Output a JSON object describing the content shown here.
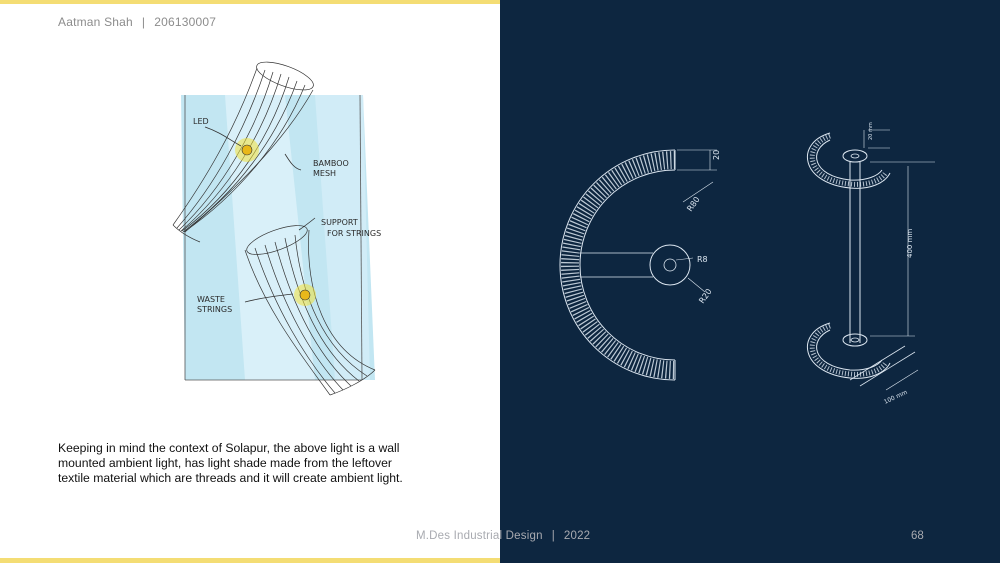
{
  "header": {
    "author": "Aatman Shah",
    "roll_number": "206130007",
    "separator": "|"
  },
  "sketch": {
    "labels": {
      "led": "LED",
      "bamboo_line1": "BAMBOO",
      "bamboo_line2": "MESH",
      "support_line1": "SUPPORT",
      "support_line2": "FOR STRINGS",
      "waste_line1": "WASTE",
      "waste_line2": "STRINGS"
    },
    "colors": {
      "backdrop": "#bfe4f1",
      "glow": "#f2e23a"
    }
  },
  "caption": {
    "line1": "Keeping in mind the context of Solapur, the above light is a wall",
    "line2": "mounted ambient light, has light shade made from the leftover",
    "line3": "textile material which are threads and it will create ambient light."
  },
  "drawings": {
    "front": {
      "dim_thickness": "20",
      "dim_outer_radius": "R80",
      "dim_hub_inner": "R8",
      "dim_hub_outer": "R20"
    },
    "side": {
      "dim_top": "20 mm",
      "dim_height": "400 mm",
      "dim_depth": "100 mm"
    }
  },
  "footer": {
    "program": "M.Des Industrial Design",
    "year": "2022",
    "separator": "|",
    "page": "68"
  },
  "theme": {
    "accent": "#f4dd74",
    "panel_dark": "#0d2640",
    "line_color": "#dce6f0"
  }
}
